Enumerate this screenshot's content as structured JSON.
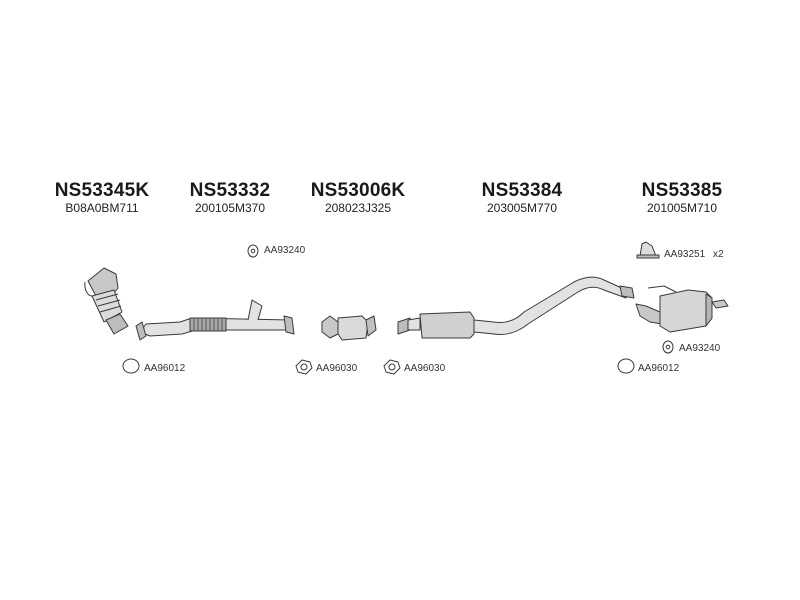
{
  "parts": [
    {
      "number": "NS53345K",
      "ref": "B08A0BM711"
    },
    {
      "number": "NS53332",
      "ref": "200105M370"
    },
    {
      "number": "NS53006K",
      "ref": "208023J325"
    },
    {
      "number": "NS53384",
      "ref": "203005M770"
    },
    {
      "number": "NS53385",
      "ref": "201005M710"
    }
  ],
  "accessories": {
    "hanger_top_left": "AA93240",
    "hanger_top_right": "AA93251",
    "hanger_top_right_qty": "x2",
    "hanger_bottom_right": "AA93240",
    "ring_left": "AA96012",
    "ring_right": "AA96012",
    "gasket_1": "AA96030",
    "gasket_2": "AA96030"
  },
  "colors": {
    "line": "#3a3a3a",
    "fill": "#d6d6d6",
    "shade": "#a8a8a8"
  }
}
